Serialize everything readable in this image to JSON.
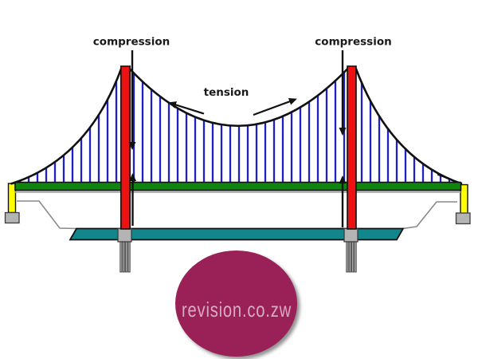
{
  "diagram": {
    "labels": {
      "compression_left": "compression",
      "compression_right": "compression",
      "tension": "tension"
    },
    "watermark_text": "revision.co.zw",
    "colors": {
      "cable": "#111111",
      "hangers": "#1f1fc8",
      "towers": "#ee1111",
      "deck": "#108310",
      "deck_nodes": "#2f6b3a",
      "anchors": "#ffff00",
      "concrete": "#b4b4b4",
      "water": "#13868b",
      "ground_line": "#8a8a8a",
      "watermark_circle": "#9a2058",
      "watermark_label": "#d8a9c2"
    }
  }
}
